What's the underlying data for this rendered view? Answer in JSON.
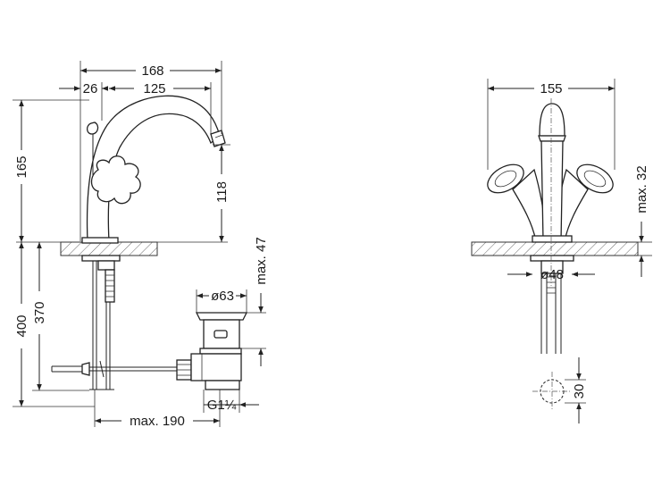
{
  "side_view": {
    "dims": {
      "overall_width": "168",
      "offset_left": "26",
      "spout_reach": "125",
      "height_above_deck": "165",
      "spout_height": "118",
      "below_deck_400": "400",
      "below_deck_370": "370",
      "drain_reach": "max. 190",
      "waste_dia": "ø63",
      "waste_thread": "G1¼",
      "waste_height": "max. 47"
    }
  },
  "front_view": {
    "dims": {
      "overall_width": "155",
      "deck_thickness": "max. 32",
      "hole_dia": "ø48",
      "hole_center": "30"
    }
  }
}
